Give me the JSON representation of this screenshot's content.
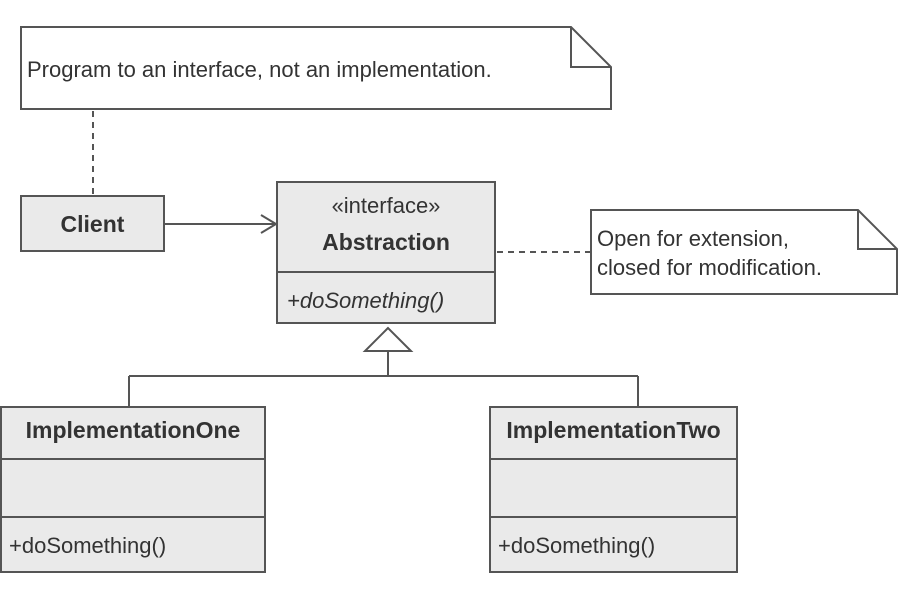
{
  "colors": {
    "box_fill": "#eaeaea",
    "note_fill": "#ffffff",
    "stroke": "#555555",
    "text": "#333333"
  },
  "notes": {
    "interface_note": "Program to an interface, not an implementation.",
    "open_closed_note_line1": "Open for extension,",
    "open_closed_note_line2": "closed for modification."
  },
  "classes": {
    "client": {
      "name": "Client"
    },
    "abstraction": {
      "stereotype": "«interface»",
      "name": "Abstraction",
      "operation": "+doSomething()"
    },
    "implementation_one": {
      "name": "ImplementationOne",
      "operation": "+doSomething()"
    },
    "implementation_two": {
      "name": "ImplementationTwo",
      "operation": "+doSomething()"
    }
  },
  "relationships": [
    {
      "type": "association",
      "from": "Client",
      "to": "Abstraction"
    },
    {
      "type": "realization",
      "from": "ImplementationOne",
      "to": "Abstraction"
    },
    {
      "type": "realization",
      "from": "ImplementationTwo",
      "to": "Abstraction"
    },
    {
      "type": "note-anchor",
      "from": "Program to an interface note",
      "to": "Client"
    },
    {
      "type": "note-anchor",
      "from": "Open for extension note",
      "to": "Abstraction"
    }
  ]
}
